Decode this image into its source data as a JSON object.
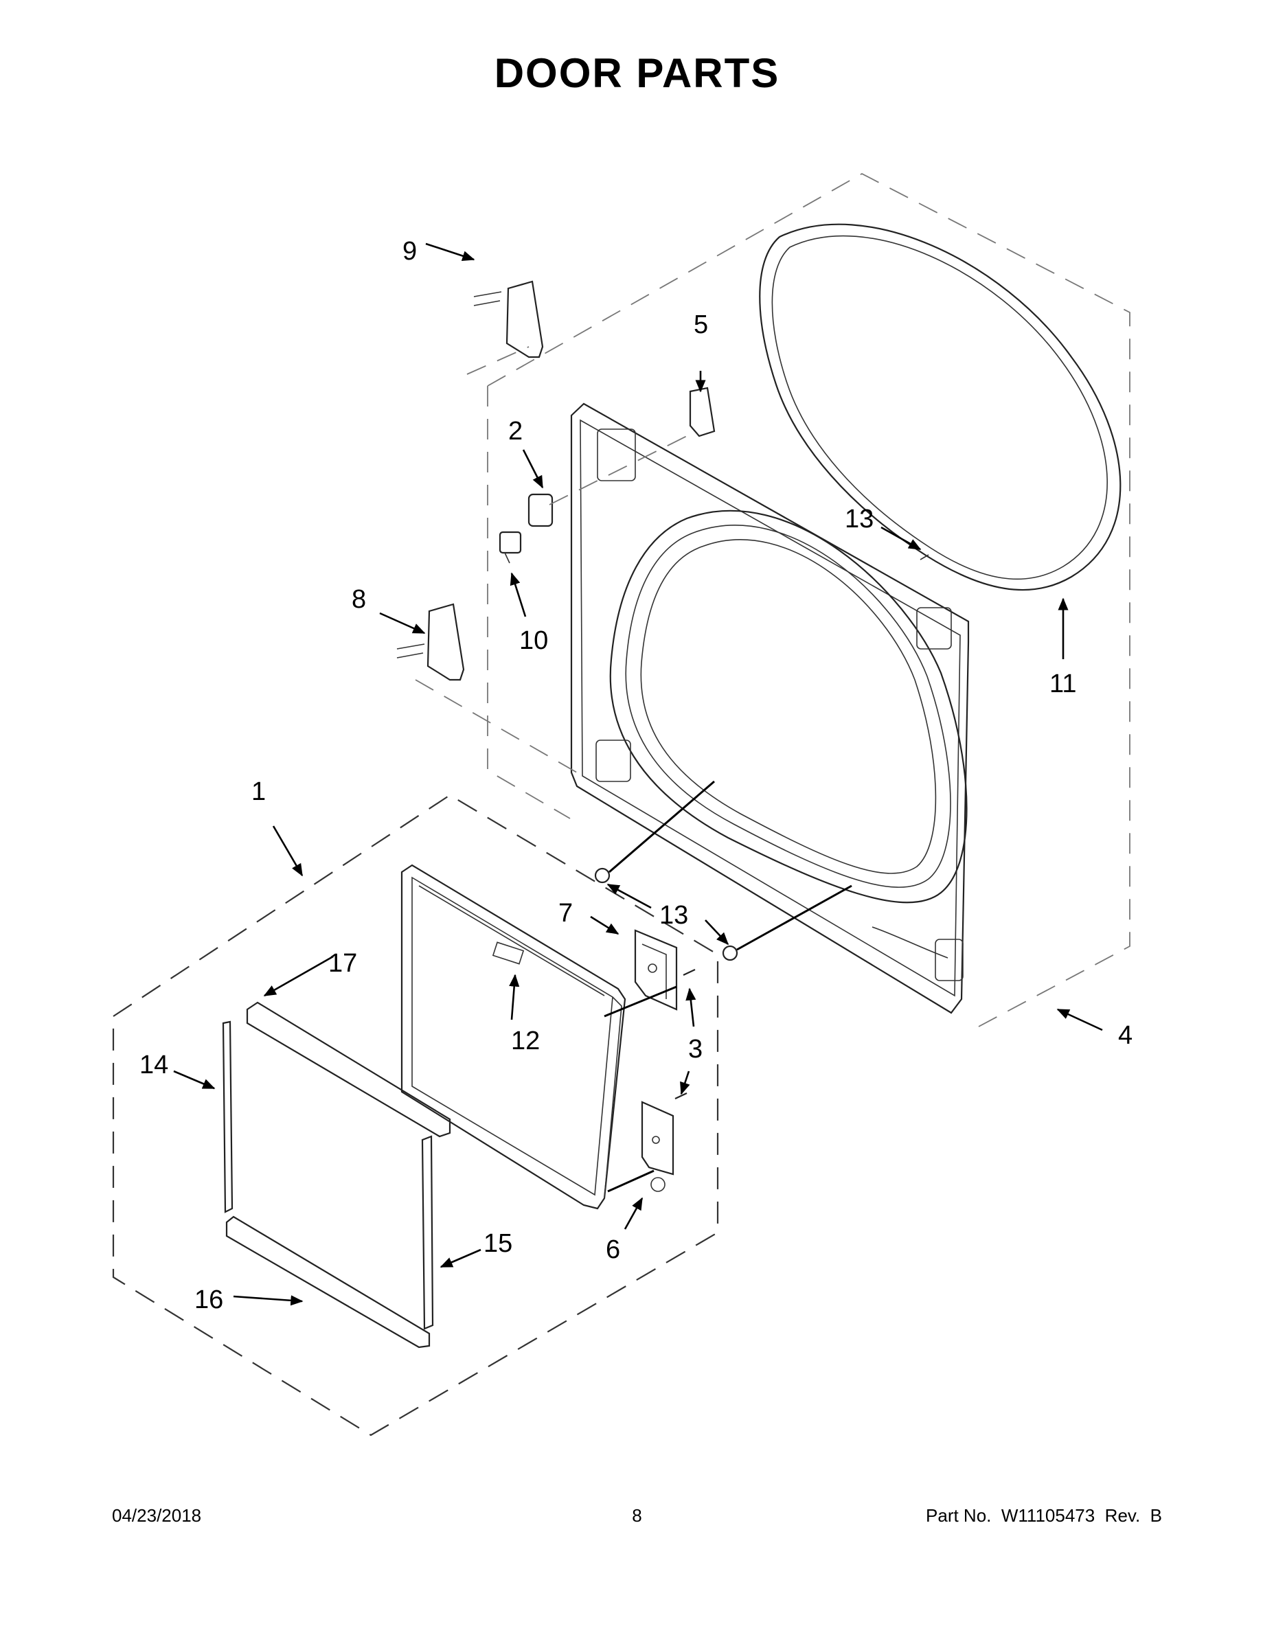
{
  "title": "DOOR PARTS",
  "callouts": {
    "c1": "1",
    "c2": "2",
    "c3": "3",
    "c4": "4",
    "c5": "5",
    "c6": "6",
    "c7": "7",
    "c8": "8",
    "c9": "9",
    "c10": "10",
    "c11": "11",
    "c12": "12",
    "c13a": "13",
    "c13b": "13",
    "c14": "14",
    "c15": "15",
    "c16": "16",
    "c17": "17"
  },
  "footer": {
    "date": "04/23/2018",
    "page": "8",
    "part_label": "Part No.",
    "part_number": "W11105473",
    "rev_label": "Rev.",
    "rev": "B"
  }
}
